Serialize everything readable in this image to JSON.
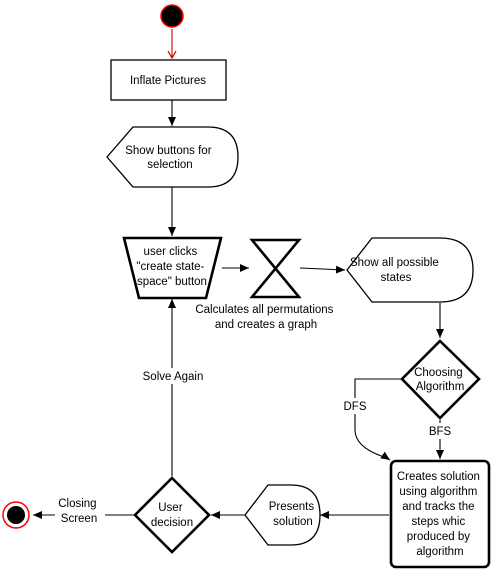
{
  "nodes": {
    "inflate": "Inflate Pictures",
    "show_buttons": [
      "Show buttons for",
      "selection"
    ],
    "user_clicks": [
      "user clicks",
      "\"create state-",
      "space\" button"
    ],
    "calculates": [
      "Calculates all permutations",
      "and creates a graph"
    ],
    "show_states": [
      "Show all possible",
      "states"
    ],
    "choosing": [
      "Choosing",
      "Algorithm"
    ],
    "creates_solution": [
      "Creates solution",
      "using algorithm",
      "and tracks the",
      "steps whic",
      "produced by",
      "algorithm"
    ],
    "presents": [
      "Presents",
      "solution"
    ],
    "user_decision": [
      "User",
      "decision"
    ]
  },
  "edges": {
    "dfs": "DFS",
    "bfs": "BFS",
    "solve_again": "Solve Again",
    "closing": [
      "Closing",
      "Screen"
    ]
  },
  "colors": {
    "start_fill": "#000000",
    "start_ring": "#ff0000",
    "first_arrow": "#cc0000"
  }
}
